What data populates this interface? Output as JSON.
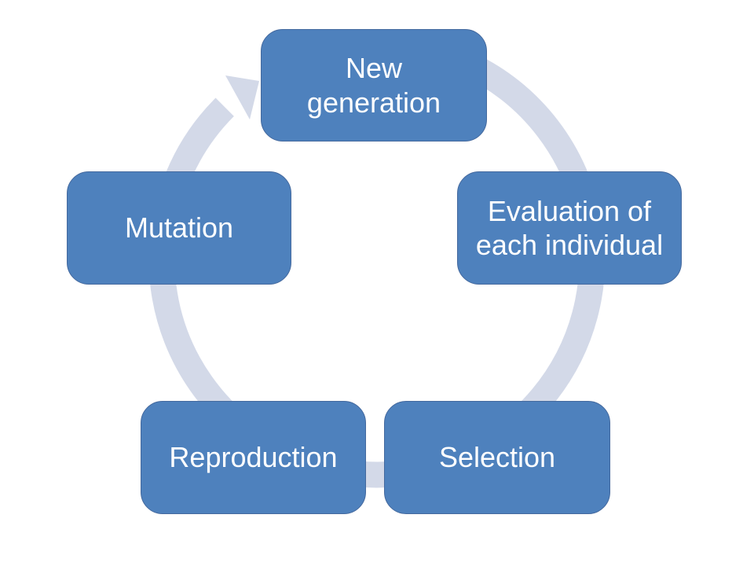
{
  "diagram": {
    "type": "cycle",
    "direction": "clockwise",
    "nodes": [
      {
        "id": "new-generation",
        "label": "New\ngeneration"
      },
      {
        "id": "evaluation",
        "label": "Evaluation of\neach individual"
      },
      {
        "id": "selection",
        "label": "Selection"
      },
      {
        "id": "reproduction",
        "label": "Reproduction"
      },
      {
        "id": "mutation",
        "label": "Mutation"
      }
    ],
    "colors": {
      "node_fill": "#4e81bd",
      "node_border": "#44699e",
      "node_text": "#ffffff",
      "ring": "#d3d9e8",
      "background": "#ffffff"
    }
  }
}
